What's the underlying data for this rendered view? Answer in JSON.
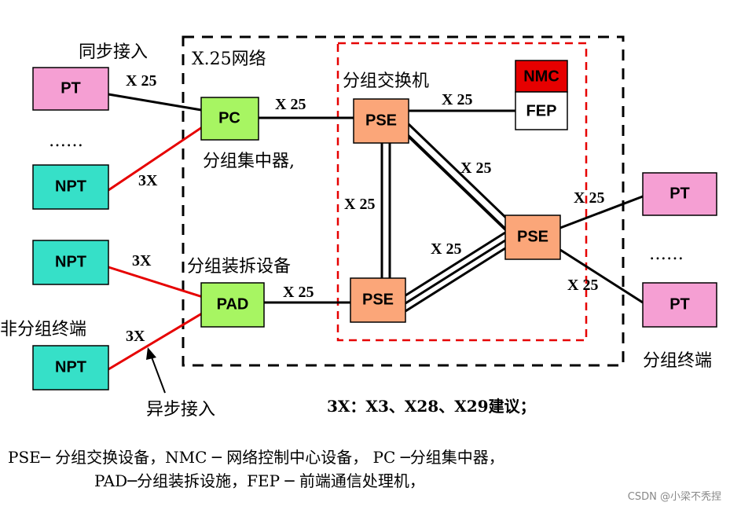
{
  "colors": {
    "pt": "#f59fd3",
    "npt": "#36e0c8",
    "pc": "#a7f562",
    "pad": "#a7f562",
    "pse": "#fba679",
    "nmc": "#e60000",
    "fep": "#ffffff",
    "red_line": "#e60000",
    "dashed_black": "#000000",
    "dashed_red": "#e60000"
  },
  "nodes": {
    "pt_left": "PT",
    "npt_left_top": "NPT",
    "npt_left_mid": "NPT",
    "npt_left_bottom": "NPT",
    "pc": "PC",
    "pad": "PAD",
    "pse_top": "PSE",
    "pse_bottom": "PSE",
    "pse_right": "PSE",
    "nmc": "NMC",
    "fep": "FEP",
    "pt_right_top": "PT",
    "pt_right_bottom": "PT"
  },
  "captions": {
    "sync_access": "同步接入",
    "x25_network": "X.25网络",
    "packet_switch": "分组交换机",
    "concentrator": "分组集中器,",
    "pad_device": "分组装拆设备",
    "non_packet_terminal": "非分组终端",
    "async_access": "异步接入",
    "packet_terminal": "分组终端",
    "ellipsis_left": "……",
    "ellipsis_right": "……"
  },
  "link_labels": {
    "pt_pc": "X 25",
    "npt_pc": "3X",
    "pc_pse": "X 25",
    "pse_fep": "X 25",
    "pse_top_right": "X 25",
    "pse_vertical": "X 25",
    "pse_bottom_right": "X 25",
    "npt_pad_top": "3X",
    "npt_pad_bottom": "3X",
    "pad_pse": "X 25",
    "pse_pt_top": "X 25",
    "pse_pt_bottom": "X 25"
  },
  "notes": {
    "recommendation": "3X：X3、X28、X29建议；",
    "legend_line1": "PSE─ 分组交换设备，NMC ─ 网络控制中心设备， PC ─分组集中器，",
    "legend_line2": "PAD─分组装拆设施，FEP ─ 前端通信处理机，",
    "watermark": "CSDN @小梁不秃捏"
  }
}
